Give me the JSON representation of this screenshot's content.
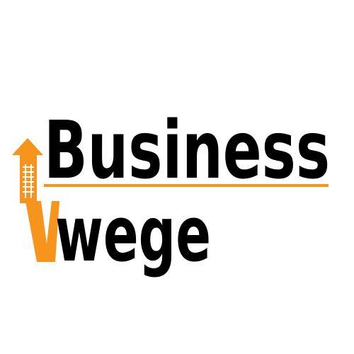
{
  "logo": {
    "word_top": "Business",
    "word_bottom_lead": "V",
    "word_bottom_rest": "wege"
  },
  "colors": {
    "text": "#000000",
    "accent": "#F7941D",
    "background": "#FFFFFF"
  },
  "icons": [
    "growth-arrow-icon"
  ]
}
